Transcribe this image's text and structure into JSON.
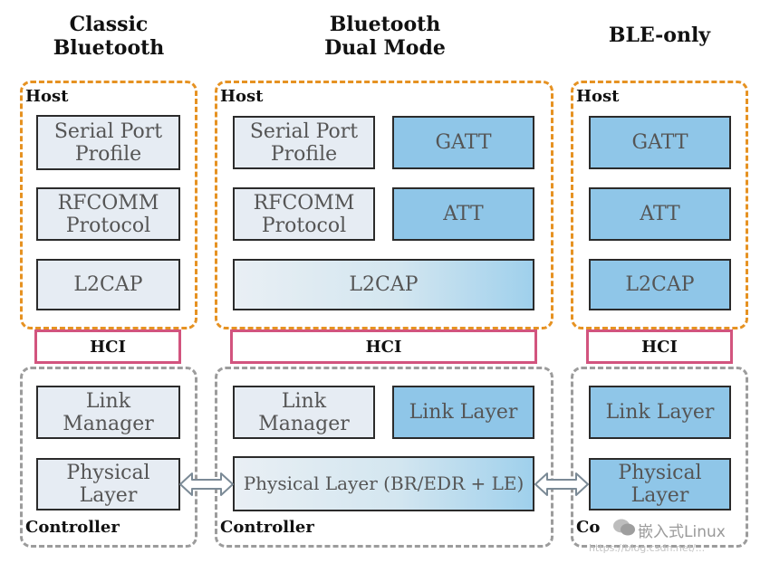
{
  "columns": {
    "classic": {
      "title": "Classic\nBluetooth",
      "host_label": "Host",
      "controller_label": "Controller",
      "hci": "HCI",
      "host_boxes": [
        "Serial Port\nProfile",
        "RFCOMM\nProtocol",
        "L2CAP"
      ],
      "controller_boxes": [
        "Link\nManager",
        "Physical\nLayer"
      ]
    },
    "dual": {
      "title": "Bluetooth\nDual Mode",
      "host_label": "Host",
      "controller_label": "Controller",
      "hci": "HCI",
      "serial_port": "Serial Port\nProfile",
      "gatt": "GATT",
      "rfcomm": "RFCOMM\nProtocol",
      "att": "ATT",
      "l2cap": "L2CAP",
      "link_manager": "Link\nManager",
      "link_layer": "Link Layer",
      "physical": "Physical Layer (BR/EDR + LE)"
    },
    "ble": {
      "title": "BLE-only",
      "host_label": "Host",
      "controller_label": "Co",
      "hci": "HCI",
      "host_boxes": [
        "GATT",
        "ATT",
        "L2CAP"
      ],
      "controller_boxes": [
        "Link Layer",
        "Physical\nLayer"
      ]
    }
  },
  "watermark": {
    "text": "嵌入式Linux",
    "subtext": "https://blog.csdn.net/..."
  },
  "colors": {
    "host_border": "#e69222",
    "controller_border": "#9c9c9c",
    "hci_border": "#d2547e",
    "grey_box": "#e6ecf3",
    "blue_box": "#8fc6e8"
  }
}
